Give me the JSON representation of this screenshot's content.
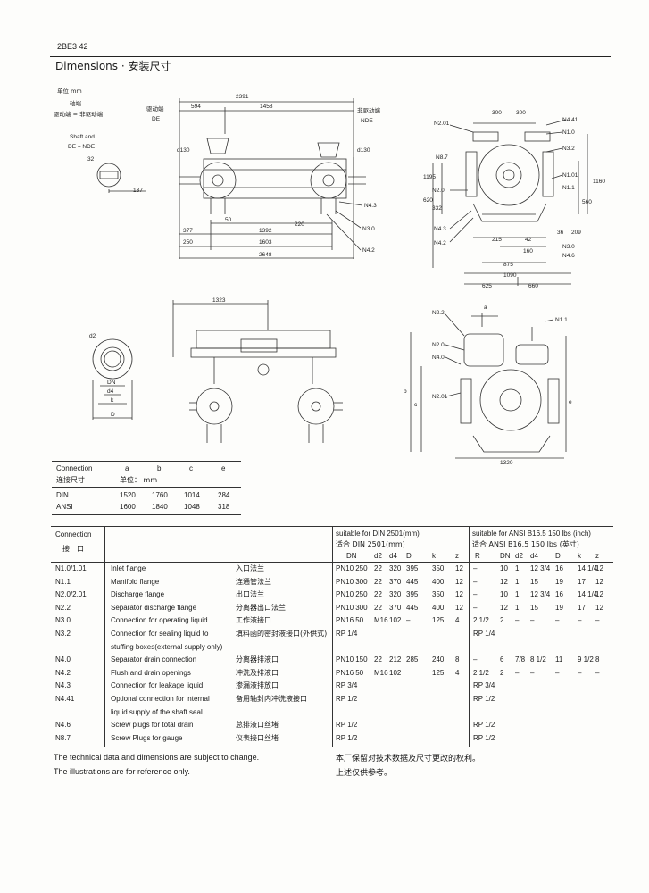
{
  "header": {
    "page_code": "2BE3 42",
    "title": "Dimensions · 安装尺寸"
  },
  "drawing_top_left": {
    "unit_label": "单位 mm",
    "shaft_cn": "轴端",
    "nde_eq_cn": "驱动端 = 非驱动端",
    "shaft_and": "Shaft and",
    "de_eq_nde": "DE = NDE",
    "de_cn": "驱动端",
    "de": "DE",
    "nde_cn": "非驱动端",
    "nde": "NDE",
    "dims": [
      "2391",
      "594",
      "1458",
      "137",
      "32",
      "d130",
      "d130",
      "50",
      "220",
      "377",
      "1392",
      "250",
      "1603",
      "2648",
      "N4.3",
      "N3.0",
      "N4.2"
    ]
  },
  "drawing_top_right": {
    "labels": [
      "300",
      "300",
      "N2.01",
      "N8.7",
      "N2.0",
      "N4.3",
      "N4.2",
      "N4.41",
      "N1.0",
      "N3.2",
      "N1.01",
      "N1.1",
      "N3.0",
      "N4.6",
      "1195",
      "620",
      "332",
      "1160",
      "560",
      "209",
      "36",
      "215",
      "42",
      "160",
      "875",
      "1090",
      "625",
      "660"
    ]
  },
  "drawing_bottom_left": {
    "labels": [
      "1323",
      "d2",
      "DN",
      "d4",
      "k",
      "D"
    ]
  },
  "drawing_bottom_right": {
    "labels": [
      "N2.2",
      "a",
      "N1.1",
      "N2.0",
      "N4.0",
      "N2.01",
      "b",
      "c",
      "e",
      "1320"
    ]
  },
  "connection_dims": {
    "head": [
      "Connection",
      "a",
      "b",
      "c",
      "e"
    ],
    "head_cn": [
      "连接尺寸",
      "单位： mm"
    ],
    "rows": [
      [
        "DIN",
        "1520",
        "1760",
        "1014",
        "284"
      ],
      [
        "ANSI",
        "1600",
        "1840",
        "1048",
        "318"
      ]
    ]
  },
  "conn_table": {
    "h_conn": "Connection",
    "h_conn_cn": "接　口",
    "h_din": "suitable for DIN 2501(mm)",
    "h_din_cn": "适合 DIN 2501(mm)",
    "h_ansi": "suitable for ANSI B16.5 150 lbs (inch)",
    "h_ansi_cn": "适合 ANSI B16.5 150 lbs (英寸)",
    "din_cols": [
      "DN",
      "d2",
      "d4",
      "D",
      "k",
      "z"
    ],
    "ansi_cols": [
      "R",
      "DN",
      "d2",
      "d4",
      "D",
      "k",
      "z"
    ],
    "rows": [
      {
        "id": "N1.0/1.01",
        "en": "Inlet flange",
        "cn": "入口法兰",
        "din": [
          "PN10 250",
          "22",
          "320",
          "395",
          "350",
          "12"
        ],
        "ansi": [
          "–",
          "10",
          "1",
          "12 3/4",
          "16",
          "14 1/4",
          "12"
        ]
      },
      {
        "id": "N1.1",
        "en": "Manifold flange",
        "cn": "连通管法兰",
        "din": [
          "PN10 300",
          "22",
          "370",
          "445",
          "400",
          "12"
        ],
        "ansi": [
          "–",
          "12",
          "1",
          "15",
          "19",
          "17",
          "12"
        ]
      },
      {
        "id": "N2.0/2.01",
        "en": "Discharge flange",
        "cn": "出口法兰",
        "din": [
          "PN10 250",
          "22",
          "320",
          "395",
          "350",
          "12"
        ],
        "ansi": [
          "–",
          "10",
          "1",
          "12 3/4",
          "16",
          "14 1/4",
          "12"
        ]
      },
      {
        "id": "N2.2",
        "en": "Separator discharge flange",
        "cn": "分离器出口法兰",
        "din": [
          "PN10 300",
          "22",
          "370",
          "445",
          "400",
          "12"
        ],
        "ansi": [
          "–",
          "12",
          "1",
          "15",
          "19",
          "17",
          "12"
        ]
      },
      {
        "id": "N3.0",
        "en": "Connection for operating liquid",
        "cn": "工作液接口",
        "din": [
          "PN16 50",
          "M16",
          "102",
          "–",
          "125",
          "4"
        ],
        "ansi": [
          "2 1/2",
          "2",
          "–",
          "–",
          "–",
          "–",
          "–"
        ]
      },
      {
        "id": "N3.2",
        "en": "Connection for sealing liquid to",
        "cn": "填料函的密封液接口(外供式)",
        "din": [
          "RP 1/4",
          "",
          "",
          "",
          "",
          ""
        ],
        "ansi": [
          "RP 1/4",
          "",
          "",
          "",
          "",
          "",
          ""
        ]
      },
      {
        "id": "",
        "en": "stuffing boxes(external supply only)",
        "cn": "",
        "din": [
          "",
          "",
          "",
          "",
          "",
          ""
        ],
        "ansi": [
          "",
          "",
          "",
          "",
          "",
          "",
          ""
        ]
      },
      {
        "id": "N4.0",
        "en": "Separator drain connection",
        "cn": "分离器排液口",
        "din": [
          "PN10 150",
          "22",
          "212",
          "285",
          "240",
          "8"
        ],
        "ansi": [
          "–",
          "6",
          "7/8",
          "8 1/2",
          "11",
          "9 1/2",
          "8"
        ]
      },
      {
        "id": "N4.2",
        "en": "Flush and drain openings",
        "cn": "冲洗及排液口",
        "din": [
          "PN16 50",
          "M16",
          "102",
          "",
          "125",
          "4"
        ],
        "ansi": [
          "2 1/2",
          "2",
          "–",
          "–",
          "–",
          "–",
          "–"
        ]
      },
      {
        "id": "N4.3",
        "en": "Connection for leakage liquid",
        "cn": "渗漏液排放口",
        "din": [
          "RP 3/4",
          "",
          "",
          "",
          "",
          ""
        ],
        "ansi": [
          "RP 3/4",
          "",
          "",
          "",
          "",
          "",
          ""
        ]
      },
      {
        "id": "N4.41",
        "en": "Optional connection for internal",
        "cn": "备用轴封内冲洗液接口",
        "din": [
          "RP 1/2",
          "",
          "",
          "",
          "",
          ""
        ],
        "ansi": [
          "RP 1/2",
          "",
          "",
          "",
          "",
          "",
          ""
        ]
      },
      {
        "id": "",
        "en": "liquid supply of the shaft seal",
        "cn": "",
        "din": [
          "",
          "",
          "",
          "",
          "",
          ""
        ],
        "ansi": [
          "",
          "",
          "",
          "",
          "",
          "",
          ""
        ]
      },
      {
        "id": "N4.6",
        "en": "Screw plugs for total drain",
        "cn": "总排液口丝堵",
        "din": [
          "RP 1/2",
          "",
          "",
          "",
          "",
          ""
        ],
        "ansi": [
          "RP 1/2",
          "",
          "",
          "",
          "",
          "",
          ""
        ]
      },
      {
        "id": "N8.7",
        "en": "Screw Plugs for gauge",
        "cn": "仪表接口丝堵",
        "din": [
          "RP 1/2",
          "",
          "",
          "",
          "",
          ""
        ],
        "ansi": [
          "RP 1/2",
          "",
          "",
          "",
          "",
          "",
          ""
        ]
      }
    ]
  },
  "notes": {
    "en1": "The technical data and dimensions are subject to change.",
    "en2": "The illustrations are for reference only.",
    "cn1": "本厂保留对技术数据及尺寸更改的权利。",
    "cn2": "上述仅供参考。"
  }
}
